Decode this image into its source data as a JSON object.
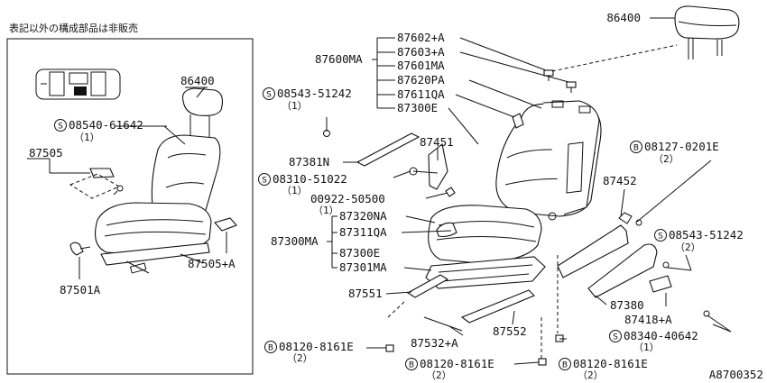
{
  "figure_code": "A8700352",
  "inset": {
    "note": "表記以外の構成部品は非販売",
    "labels": {
      "headrest": "86400",
      "screw_code": "08540-61642",
      "screw_prefix": "S",
      "screw_qty": "（1）",
      "cover": "87505",
      "cover_a": "87505+A",
      "knob": "87501A"
    }
  },
  "labels": {
    "headrest": "86400",
    "back_a": "87602+A",
    "back_b": "87603+A",
    "back_group": "87600MA",
    "back_c": "87601MA",
    "back_pad": "87620PA",
    "back_frame": "87611QA",
    "back_e": "87300E",
    "bolt1_prefix": "S",
    "bolt1": "08543-51242",
    "bolt1_qty": "（1）",
    "bracket_left": "87381N",
    "hinge": "87451",
    "bolt2_prefix": "S",
    "bolt2": "08310-51022",
    "bolt2_qty": "（1）",
    "pin": "00922-50500",
    "pin_qty": "（1）",
    "bolt3_prefix": "B",
    "bolt3": "08127-0201E",
    "bolt3_qty": "（2）",
    "hinge_right": "87452",
    "bolt4_prefix": "S",
    "bolt4": "08543-51242",
    "bolt4_qty": "（2）",
    "cushion_group": "87300MA",
    "cushion_a": "87320NA",
    "cushion_b": "87311QA",
    "cushion_e": "87300E",
    "cushion_c": "87301MA",
    "rail_left": "87551",
    "rail_right": "87552",
    "rail_cover": "87532+A",
    "side_cover": "87380",
    "side_cover_a": "87418+A",
    "bolt5_prefix": "S",
    "bolt5": "08340-40642",
    "bolt5_qty": "（1）",
    "nut1_prefix": "B",
    "nut1": "08120-8161E",
    "nut1_qty": "（2）",
    "nut2_prefix": "B",
    "nut2": "08120-8161E",
    "nut2_qty": "（2）",
    "nut3_prefix": "B",
    "nut3": "08120-8161E",
    "nut3_qty": "（2）"
  }
}
